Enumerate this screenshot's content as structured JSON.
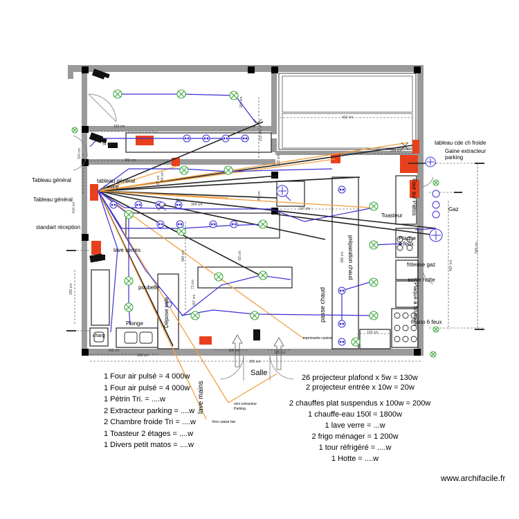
{
  "room_labels": {
    "tableau_general_1": "Tableau général",
    "tableau_general_2": "Tableau général",
    "tableau_general_cuisine": "tableau général",
    "cuisine_small": "cuisine",
    "standart_reception": "standart réception",
    "tableau_cde_ch_froide": "tableau cde ch froide",
    "gaine_extracteur": "Gaine extracteur",
    "parking": "parking",
    "gaz": "Gaz",
    "toasteur": "Toasteur",
    "lave_verres": "lave verres",
    "poubelle": "poubelle",
    "plonge": "Plonge",
    "depose_sale": "Dépose sale",
    "passe_chaud": "passe chaud",
    "preparation_chaud": "préparation chaud",
    "plaque_4_feux": "Plaque 4 feux",
    "friteuse_gaz": "friteuse gaz",
    "sortie_hotte": "sortie hotte",
    "plaque_snacker": "Plaque à Snacker",
    "piano_6_feux": "Piano 6 feux",
    "salle": "Salle",
    "lave_mains": "lave mains",
    "imprimante_cuisine": "imprimante cuisine",
    "vers_extracteur": "vers extracteur",
    "vers_extracteur_parking": "Parking",
    "vers_caisse_bar": "Vers caisse bar",
    "charg": "charg",
    "four_posé": "Four sur Pâtiss"
  },
  "dimensions": {
    "d163": "163 cm",
    "d432": "432 cm",
    "d266": "266 cm",
    "d289": "289 cm",
    "d147": "147 cm",
    "d148": "148 cm",
    "d268": "268 cm",
    "d295": "295 cm",
    "d103": "103 cm",
    "d106": "106 cm",
    "d100": "100 cm",
    "d250": "250 cm",
    "d560": "560 cm",
    "d566": "566 cm",
    "d407": "407 cm",
    "d213": "213 cm",
    "d116": "116 cm",
    "d54": "54 cm",
    "d184": "184 cm",
    "d71": "71 cm",
    "d83": "83 cm",
    "d614": "614 cm",
    "d304": "304 cm",
    "d167": "167 cm",
    "d213b": "213 cm",
    "d64": "64 cm",
    "d49": "49 cm",
    "d54b": "54 cm",
    "d107": "107 cm",
    "d186": "186 cm"
  },
  "power_list_left": [
    "1 Four air pulsé = 4 000w",
    "1 Four air pulsé = 4 000w",
    "1 Pétrin Tri. = ....w",
    "2 Extracteur parking  = ....w",
    "2 Chambre froide Tri  = ....w",
    "1 Toasteur 2 étages  = ....w",
    "1 Divers petit matos  = ....w"
  ],
  "power_list_right_top": [
    "26 projecteur plafond x 5w = 130w",
    "2 projecteur entrée x 10w = 20w"
  ],
  "power_list_right": [
    "2 chauffes plat suspendus x 100w = 200w",
    "1 chauffe-eau 150l = 1800w",
    "1 lave verre = ...w",
    "2 frigo ménager = 1 200w",
    "1 tour réfrigéré = ....w",
    "1 Hotte = ....w"
  ],
  "credit": "www.archifacile.fr",
  "colors": {
    "wall": "#999999",
    "pillar": "#000000",
    "equipment": "#e8401c",
    "blue_wire": "#3a2fd0",
    "orange_wire": "#f0a040",
    "black_wire": "#222222",
    "light": "#3aa53a"
  }
}
